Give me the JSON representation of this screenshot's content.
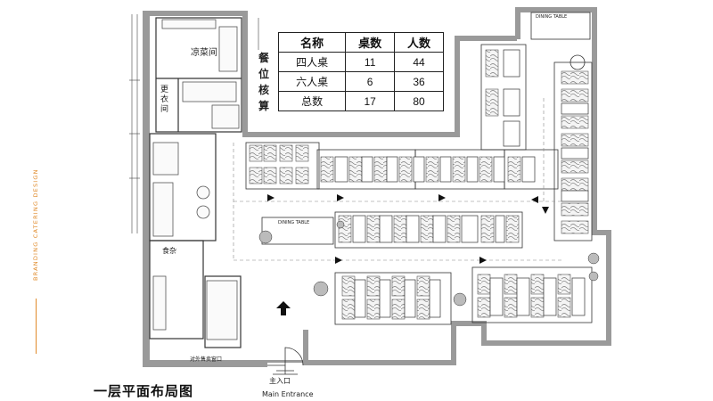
{
  "sidebar": {
    "brand": "BRANDING CATERING DESIGN"
  },
  "title": "一层平面布局图",
  "seat_calc": {
    "title": [
      "餐",
      "位",
      "核",
      "算"
    ],
    "headers": [
      "名称",
      "桌数",
      "人数"
    ],
    "rows": [
      [
        "四人桌",
        "11",
        "44"
      ],
      [
        "六人桌",
        "6",
        "36"
      ],
      [
        "总数",
        "17",
        "80"
      ]
    ]
  },
  "rooms": {
    "cold_dish": "凉菜间",
    "locker": "更衣间",
    "storage": "食杂",
    "service_window": "对外售卖窗口"
  },
  "labels": {
    "dining_table_top": "DINING TABLE",
    "dining_table_mid": "DINING TABLE",
    "main_entrance_cn": "主入口",
    "main_entrance_en": "Main Entrance"
  },
  "colors": {
    "accent": "#e08a2a",
    "wall": "#9a9a9a",
    "line": "#222222"
  }
}
